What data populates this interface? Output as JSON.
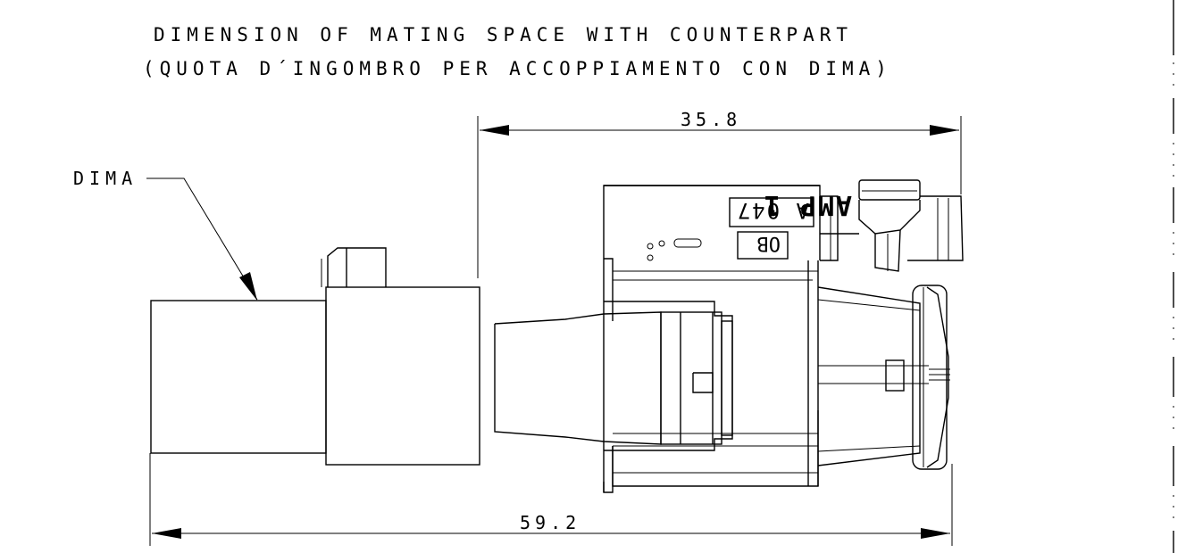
{
  "title": {
    "line1": "DIMENSION OF MATING SPACE WITH COUNTERPART",
    "line2": "(QUOTA D´INGOMBRO PER ACCOPPIAMENTO CON DIMA)"
  },
  "dimensions": {
    "mating_length": "35.8",
    "overall_length": "59.2"
  },
  "labels": {
    "counterpart": "DIMA"
  },
  "connector_markings": {
    "brand": "AMP 1",
    "code": "A 047",
    "variant": "OB"
  }
}
